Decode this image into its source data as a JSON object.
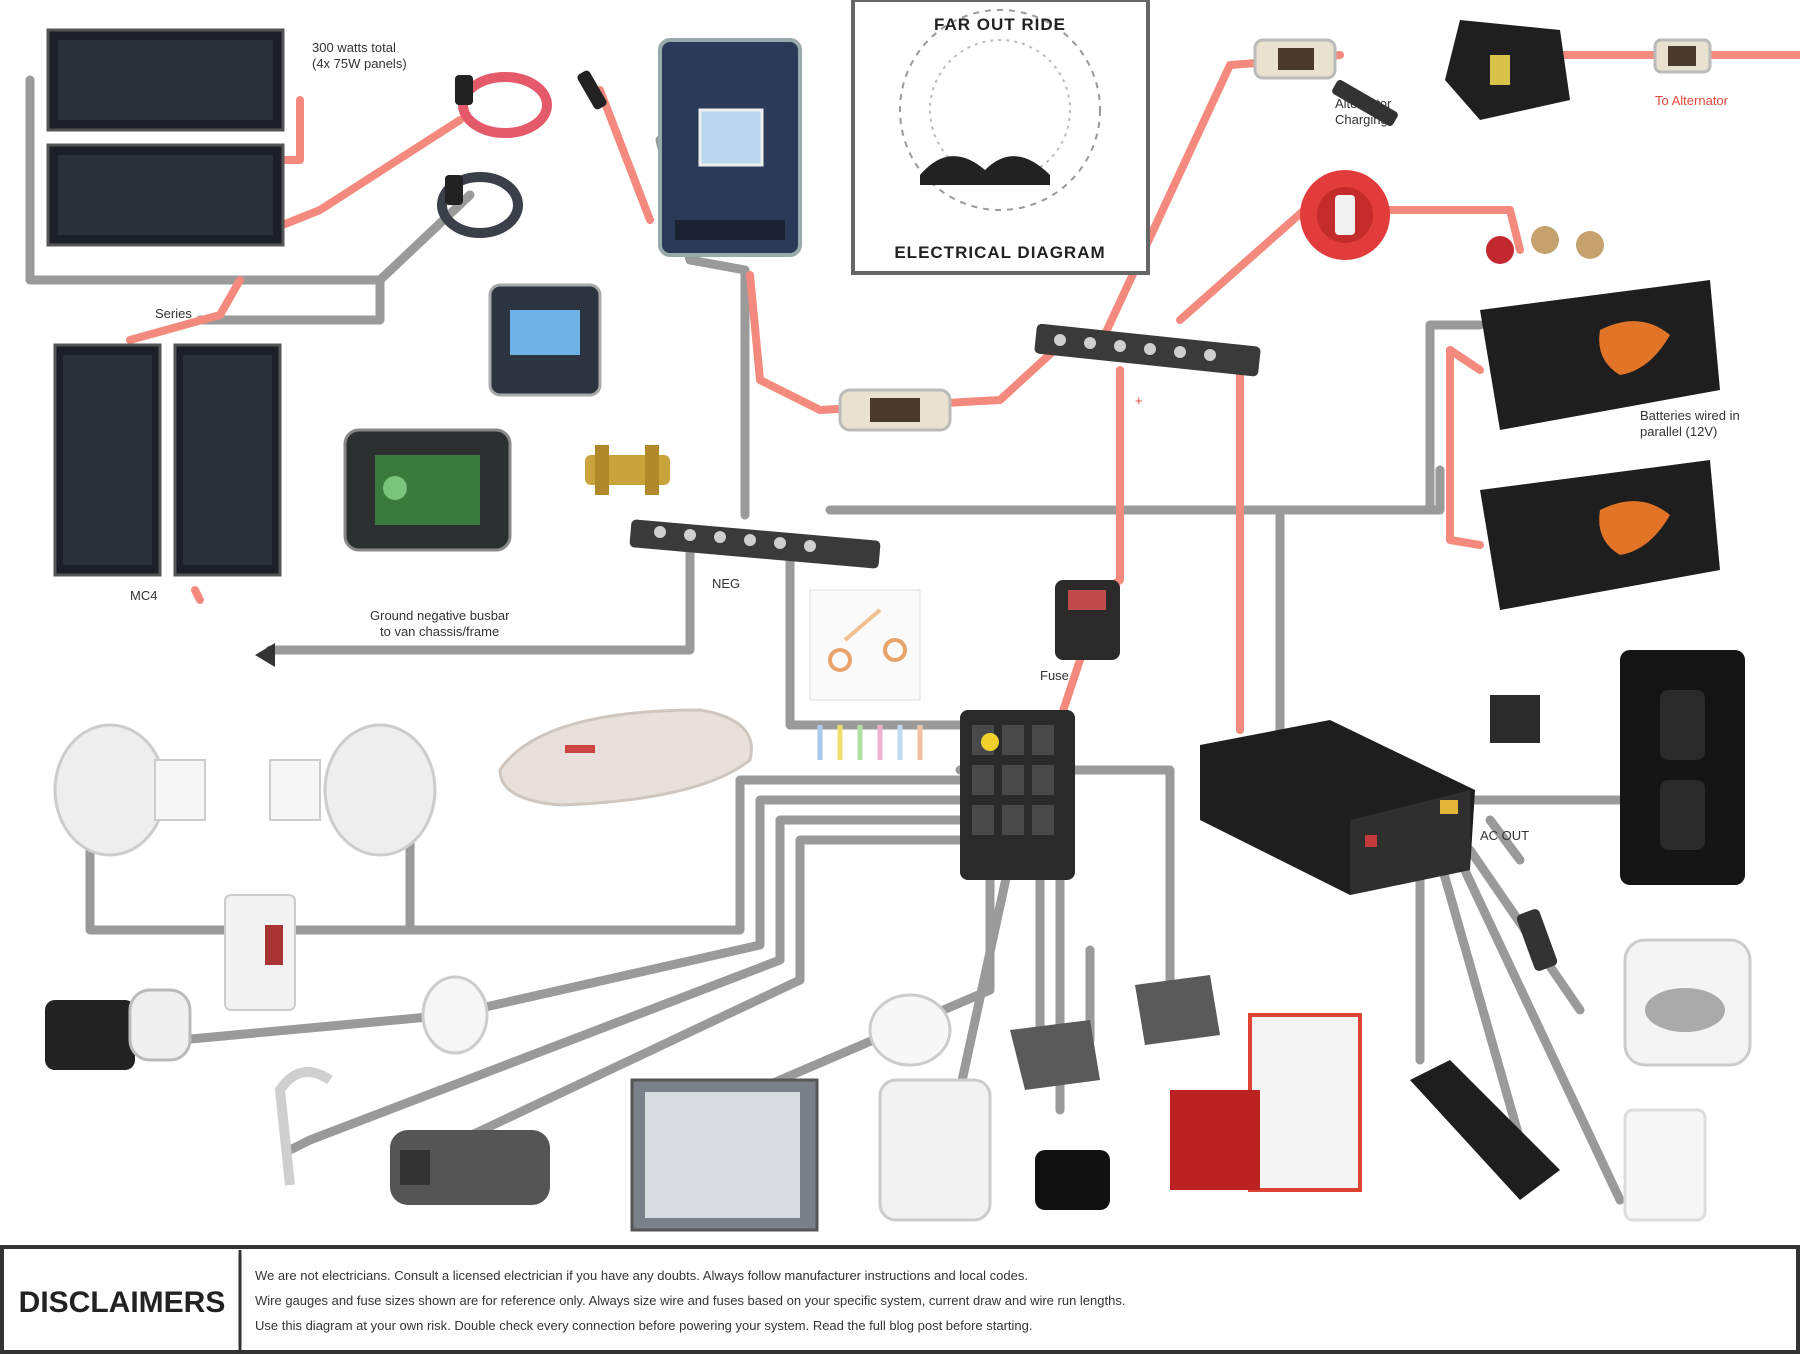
{
  "labels": {
    "solar_panels_note": "300 watts total",
    "solar_panels_note2": "(4x 75W panels)",
    "mc4_note": "MC4",
    "series_note": "Series",
    "ground_note": "Ground negative busbar",
    "ground_note2": "to van chassis/frame",
    "busbar_neg": "NEG",
    "alt_charging_note": "Alternator",
    "alt_charging_note2": "Charging",
    "to_alternator": "To Alternator",
    "battery_parallel": "Batteries wired in",
    "battery_parallel2": "parallel (12V)",
    "inverter_note": "AC OUT",
    "fuse_note": "Fuse",
    "pos_marker": "+"
  },
  "logo": {
    "line1": "FAR OUT RIDE",
    "line2": "ELECTRICAL DIAGRAM"
  },
  "disclaimer": {
    "title": "DISCLAIMERS",
    "line1": "We are not electricians. Consult a licensed electrician if you have any doubts. Always follow manufacturer instructions and local codes.",
    "line2": "Wire gauges and fuse sizes shown are for reference only. Always size wire and fuses based on your specific system, current draw and wire run lengths.",
    "line3": "Use this diagram at your own risk. Double check every connection before powering your system. Read the full blog post before starting."
  },
  "colors": {
    "positive": "#f07a6e",
    "negative": "#8a8a8a",
    "dark": "#2a2a2a",
    "accent": "#e8473a"
  }
}
